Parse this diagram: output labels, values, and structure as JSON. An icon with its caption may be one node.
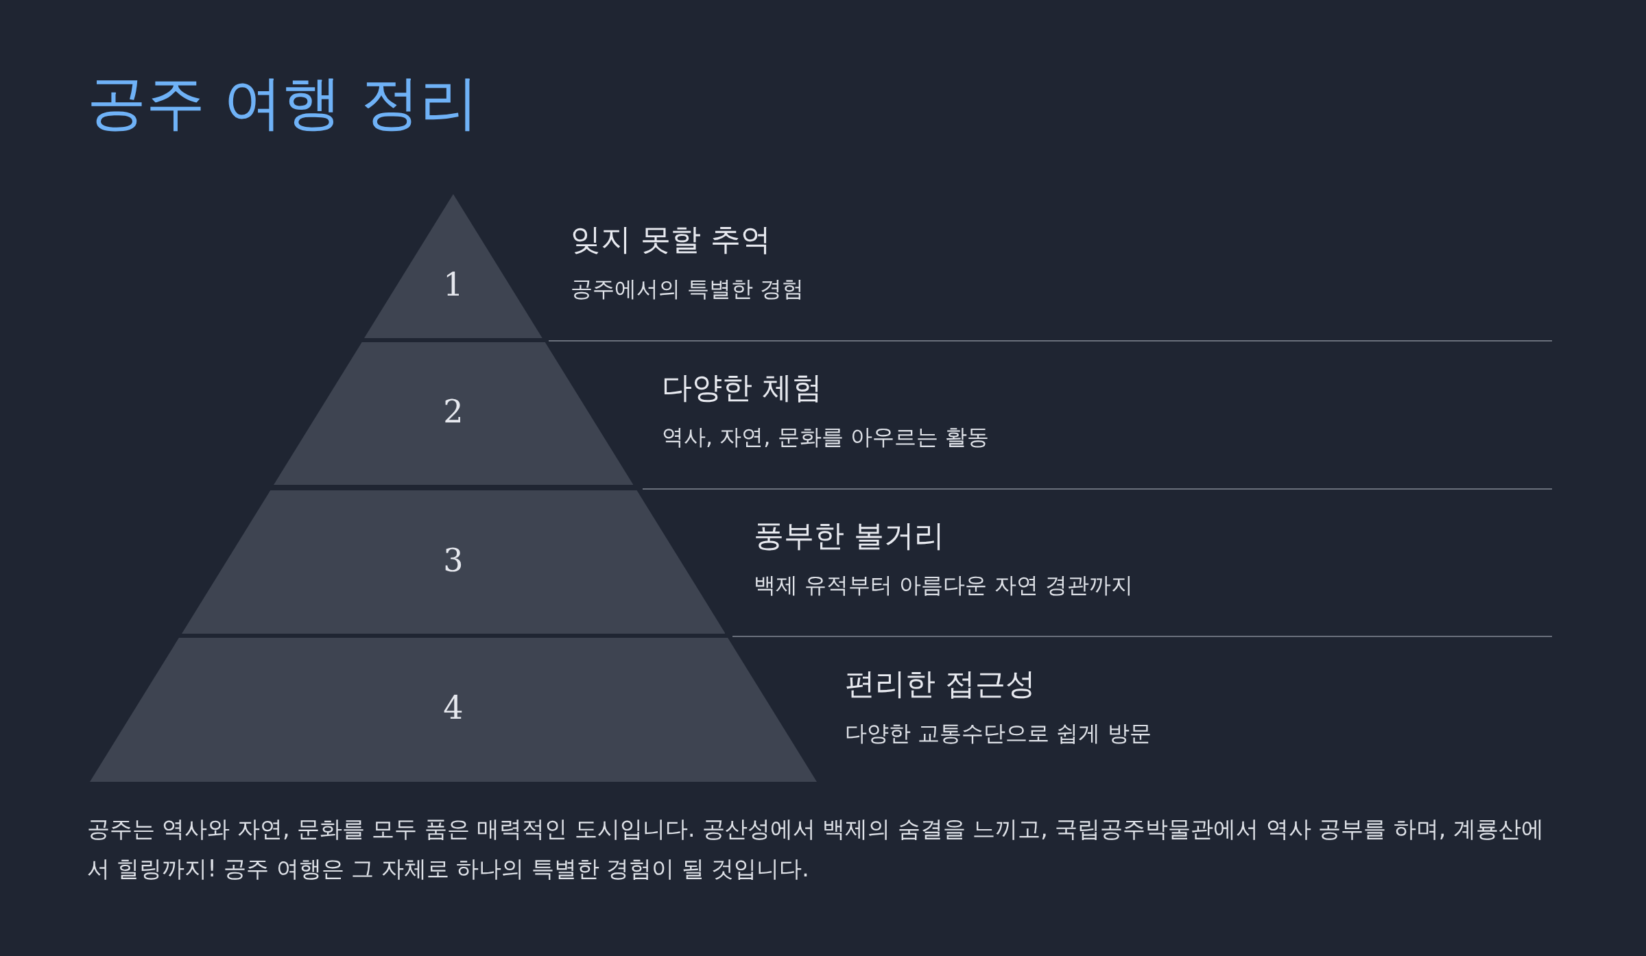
{
  "diagram": {
    "title": "공주 여행 정리",
    "nodes": [
      {
        "text": [
          "1"
        ],
        "beside": [
          "잊지 못할 추억",
          "공주에서의 특별한 경험"
        ]
      },
      {
        "text": [
          "2"
        ],
        "beside": [
          "다양한 체험",
          "역사, 자연, 문화를 아우르는 활동"
        ]
      },
      {
        "text": [
          "3"
        ],
        "beside": [
          "풍부한 볼거리",
          "백제 유적부터 아름다운 자연 경관까지"
        ]
      },
      {
        "text": [
          "4"
        ],
        "beside": [
          "편리한 접근성",
          "다양한 교통수단으로 쉽게 방문"
        ]
      }
    ],
    "caption": "공주는 역사와 자연, 문화를 모두 품은 매력적인 도시입니다. 공산성에서 백제의 숨결을 느끼고, 국립공주박물관에서 역사 공부를 하며, 계룡산에서 힐링까지! 공주 여행은 그 자체로 하나의 특별한 경험이 될 것입니다."
  }
}
